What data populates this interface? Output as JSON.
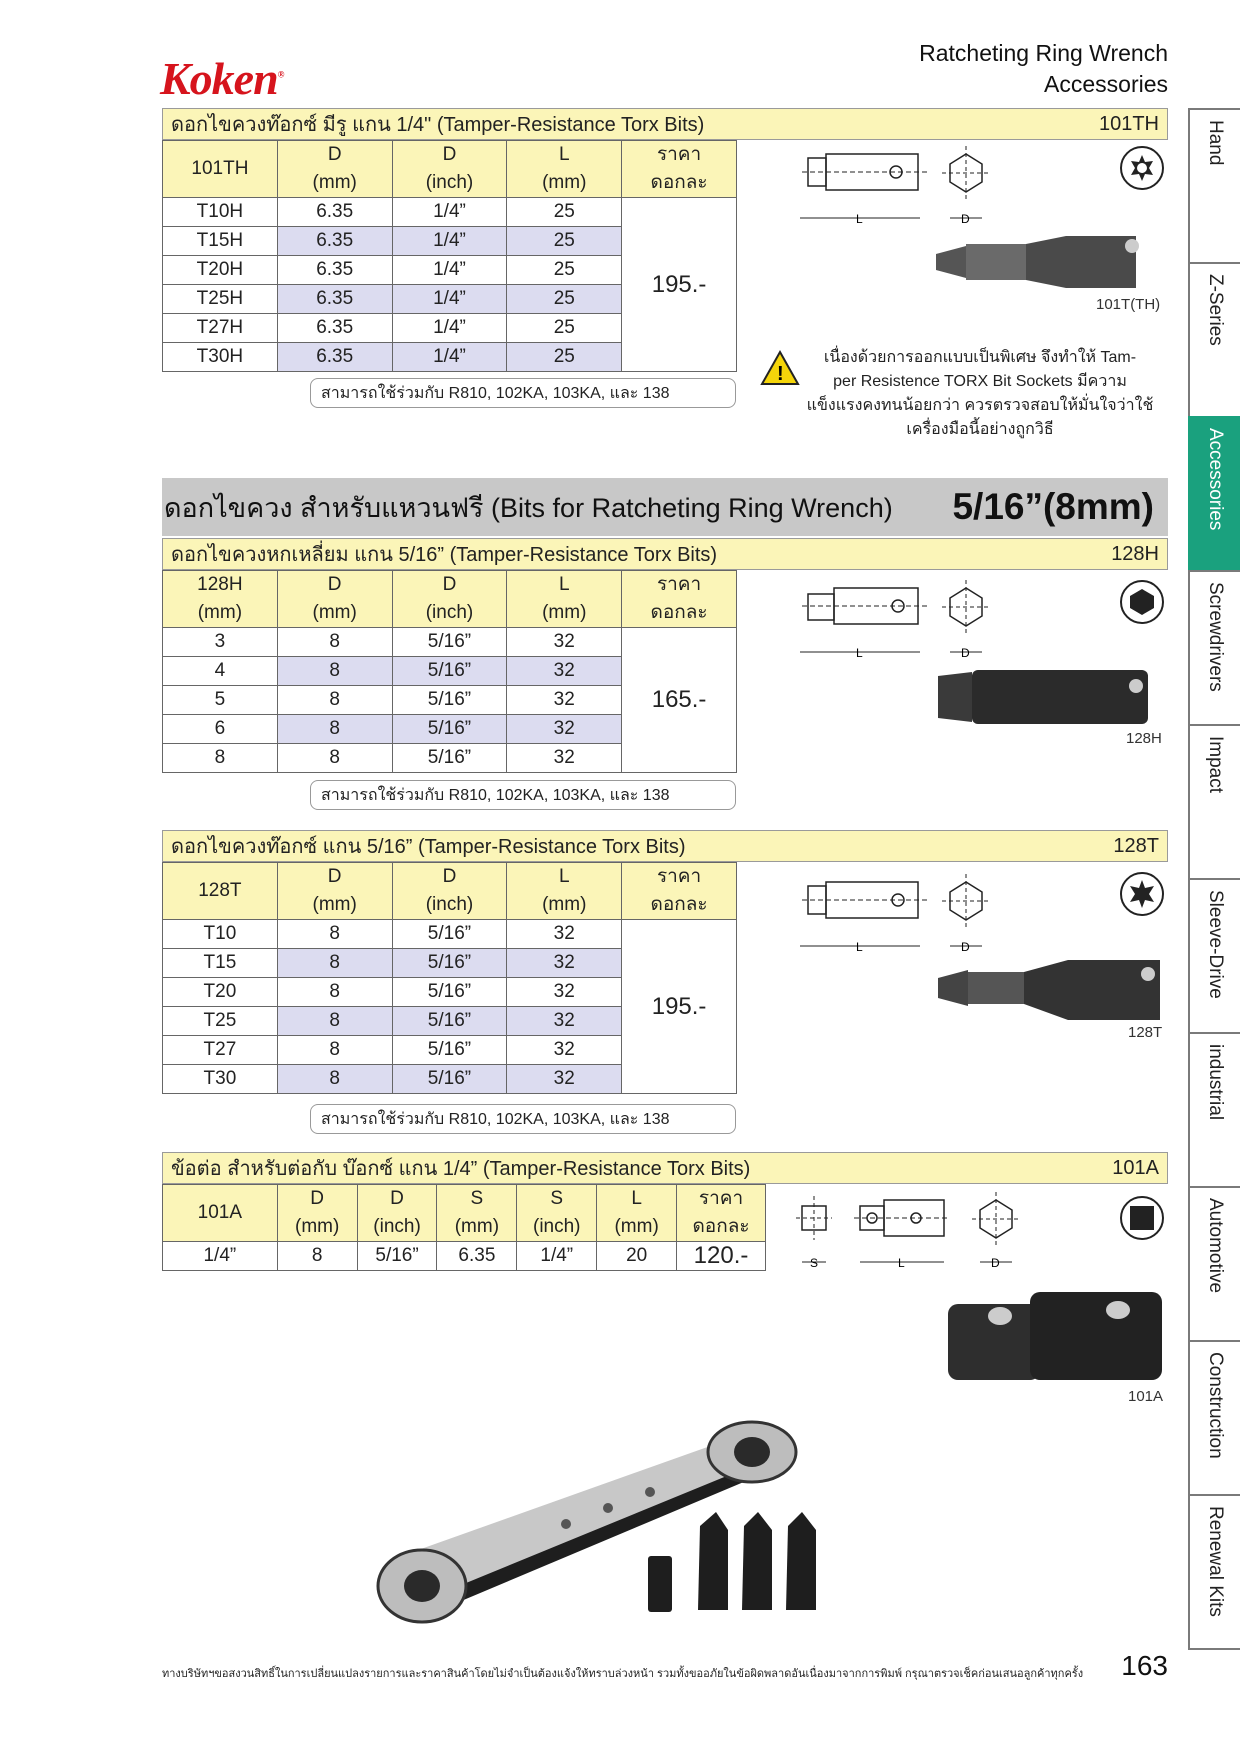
{
  "header": {
    "logo": "Koken",
    "title_line1": "Ratcheting Ring Wrench",
    "title_line2": "Accessories"
  },
  "sec101TH": {
    "title": "ดอกไขควงท๊อกซ์ มีรู แกน 1/4\" (Tamper-Resistance Torx Bits)",
    "code": "101TH",
    "head": {
      "model": "101TH",
      "d1": "D",
      "d1u": "(mm)",
      "d2": "D",
      "d2u": "(inch)",
      "l": "L",
      "lu": "(mm)",
      "price": "ราคา",
      "priceu": "ดอกละ"
    },
    "rows": [
      {
        "m": "T10H",
        "d1": "6.35",
        "d2": "1/4”",
        "l": "25"
      },
      {
        "m": "T15H",
        "d1": "6.35",
        "d2": "1/4”",
        "l": "25"
      },
      {
        "m": "T20H",
        "d1": "6.35",
        "d2": "1/4”",
        "l": "25"
      },
      {
        "m": "T25H",
        "d1": "6.35",
        "d2": "1/4”",
        "l": "25"
      },
      {
        "m": "T27H",
        "d1": "6.35",
        "d2": "1/4”",
        "l": "25"
      },
      {
        "m": "T30H",
        "d1": "6.35",
        "d2": "1/4”",
        "l": "25"
      }
    ],
    "price": "195.-",
    "compat": "สามารถใช้ร่วมกับ R810,  102KA, 103KA, และ 138",
    "product_label": "101T(TH)"
  },
  "warning": {
    "line1": "เนื่องด้วยการออกแบบเป็นพิเศษ จึงทำให้ Tam-",
    "line2": "per Resistence TORX Bit Sockets มีความ",
    "line3": "แข็งแรงคงทนน้อยกว่า ควรตรวจสอบให้มั่นใจว่าใช้",
    "line4": "เครื่องมือนี้อย่างถูกวิธี"
  },
  "bigbar": {
    "title": "ดอกไขควง สำหรับแหวนฟรี (Bits for Ratcheting Ring Wrench)",
    "size": "5/16”(8mm)"
  },
  "sec128H": {
    "title": "ดอกไขควงหกเหลี่ยม แกน 5/16” (Tamper-Resistance Torx Bits)",
    "code": "128H",
    "head": {
      "model": "128H",
      "modelu": "(mm)",
      "d1": "D",
      "d1u": "(mm)",
      "d2": "D",
      "d2u": "(inch)",
      "l": "L",
      "lu": "(mm)",
      "price": "ราคา",
      "priceu": "ดอกละ"
    },
    "rows": [
      {
        "m": "3",
        "d1": "8",
        "d2": "5/16”",
        "l": "32"
      },
      {
        "m": "4",
        "d1": "8",
        "d2": "5/16”",
        "l": "32"
      },
      {
        "m": "5",
        "d1": "8",
        "d2": "5/16”",
        "l": "32"
      },
      {
        "m": "6",
        "d1": "8",
        "d2": "5/16”",
        "l": "32"
      },
      {
        "m": "8",
        "d1": "8",
        "d2": "5/16”",
        "l": "32"
      }
    ],
    "price": "165.-",
    "compat": "สามารถใช้ร่วมกับ R810,  102KA, 103KA, และ 138",
    "product_label": "128H"
  },
  "sec128T": {
    "title": "ดอกไขควงท๊อกซ์ แกน 5/16” (Tamper-Resistance Torx Bits)",
    "code": "128T",
    "head": {
      "model": "128T",
      "d1": "D",
      "d1u": "(mm)",
      "d2": "D",
      "d2u": "(inch)",
      "l": "L",
      "lu": "(mm)",
      "price": "ราคา",
      "priceu": "ดอกละ"
    },
    "rows": [
      {
        "m": "T10",
        "d1": "8",
        "d2": "5/16”",
        "l": "32"
      },
      {
        "m": "T15",
        "d1": "8",
        "d2": "5/16”",
        "l": "32"
      },
      {
        "m": "T20",
        "d1": "8",
        "d2": "5/16”",
        "l": "32"
      },
      {
        "m": "T25",
        "d1": "8",
        "d2": "5/16”",
        "l": "32"
      },
      {
        "m": "T27",
        "d1": "8",
        "d2": "5/16”",
        "l": "32"
      },
      {
        "m": "T30",
        "d1": "8",
        "d2": "5/16”",
        "l": "32"
      }
    ],
    "price": "195.-",
    "compat": "สามารถใช้ร่วมกับ R810,  102KA, 103KA, และ 138",
    "product_label": "128T"
  },
  "sec101A": {
    "title": "ข้อต่อ สำหรับต่อกับ บ๊อกซ์ แกน 1/4” (Tamper-Resistance Torx Bits)",
    "code": "101A",
    "head": {
      "model": "101A",
      "d1": "D",
      "d1u": "(mm)",
      "d2": "D",
      "d2u": "(inch)",
      "s1": "S",
      "s1u": "(mm)",
      "s2": "S",
      "s2u": "(inch)",
      "l": "L",
      "lu": "(mm)",
      "price": "ราคา",
      "priceu": "ดอกละ"
    },
    "row": {
      "m": "1/4”",
      "d1": "8",
      "d2": "5/16”",
      "s1": "6.35",
      "s2": "1/4”",
      "l": "20",
      "price": "120.-"
    },
    "product_label": "101A"
  },
  "diagram_labels": {
    "l": "L",
    "d": "D",
    "s": "S"
  },
  "tabs": [
    "Hand",
    "Z-Series",
    "Accessories",
    "Screwdrivers",
    "Impact",
    "Sleeve-Drive",
    "industrial",
    "Automotive",
    "Construction",
    "Renewal Kits"
  ],
  "active_tab": "Accessories",
  "footer": "ทางบริษัทฯขอสงวนสิทธิ์ในการเปลี่ยนแปลงรายการและราคาสินค้าโดยไม่จำเป็นต้องแจ้งให้ทราบล่วงหน้า รวมทั้งขออภัยในข้อผิดพลาดอันเนื่องมาจากการพิมพ์ กรุณาตรวจเช็คก่อนเสนอลูกค้าทุกครั้ง",
  "page_number": "163"
}
